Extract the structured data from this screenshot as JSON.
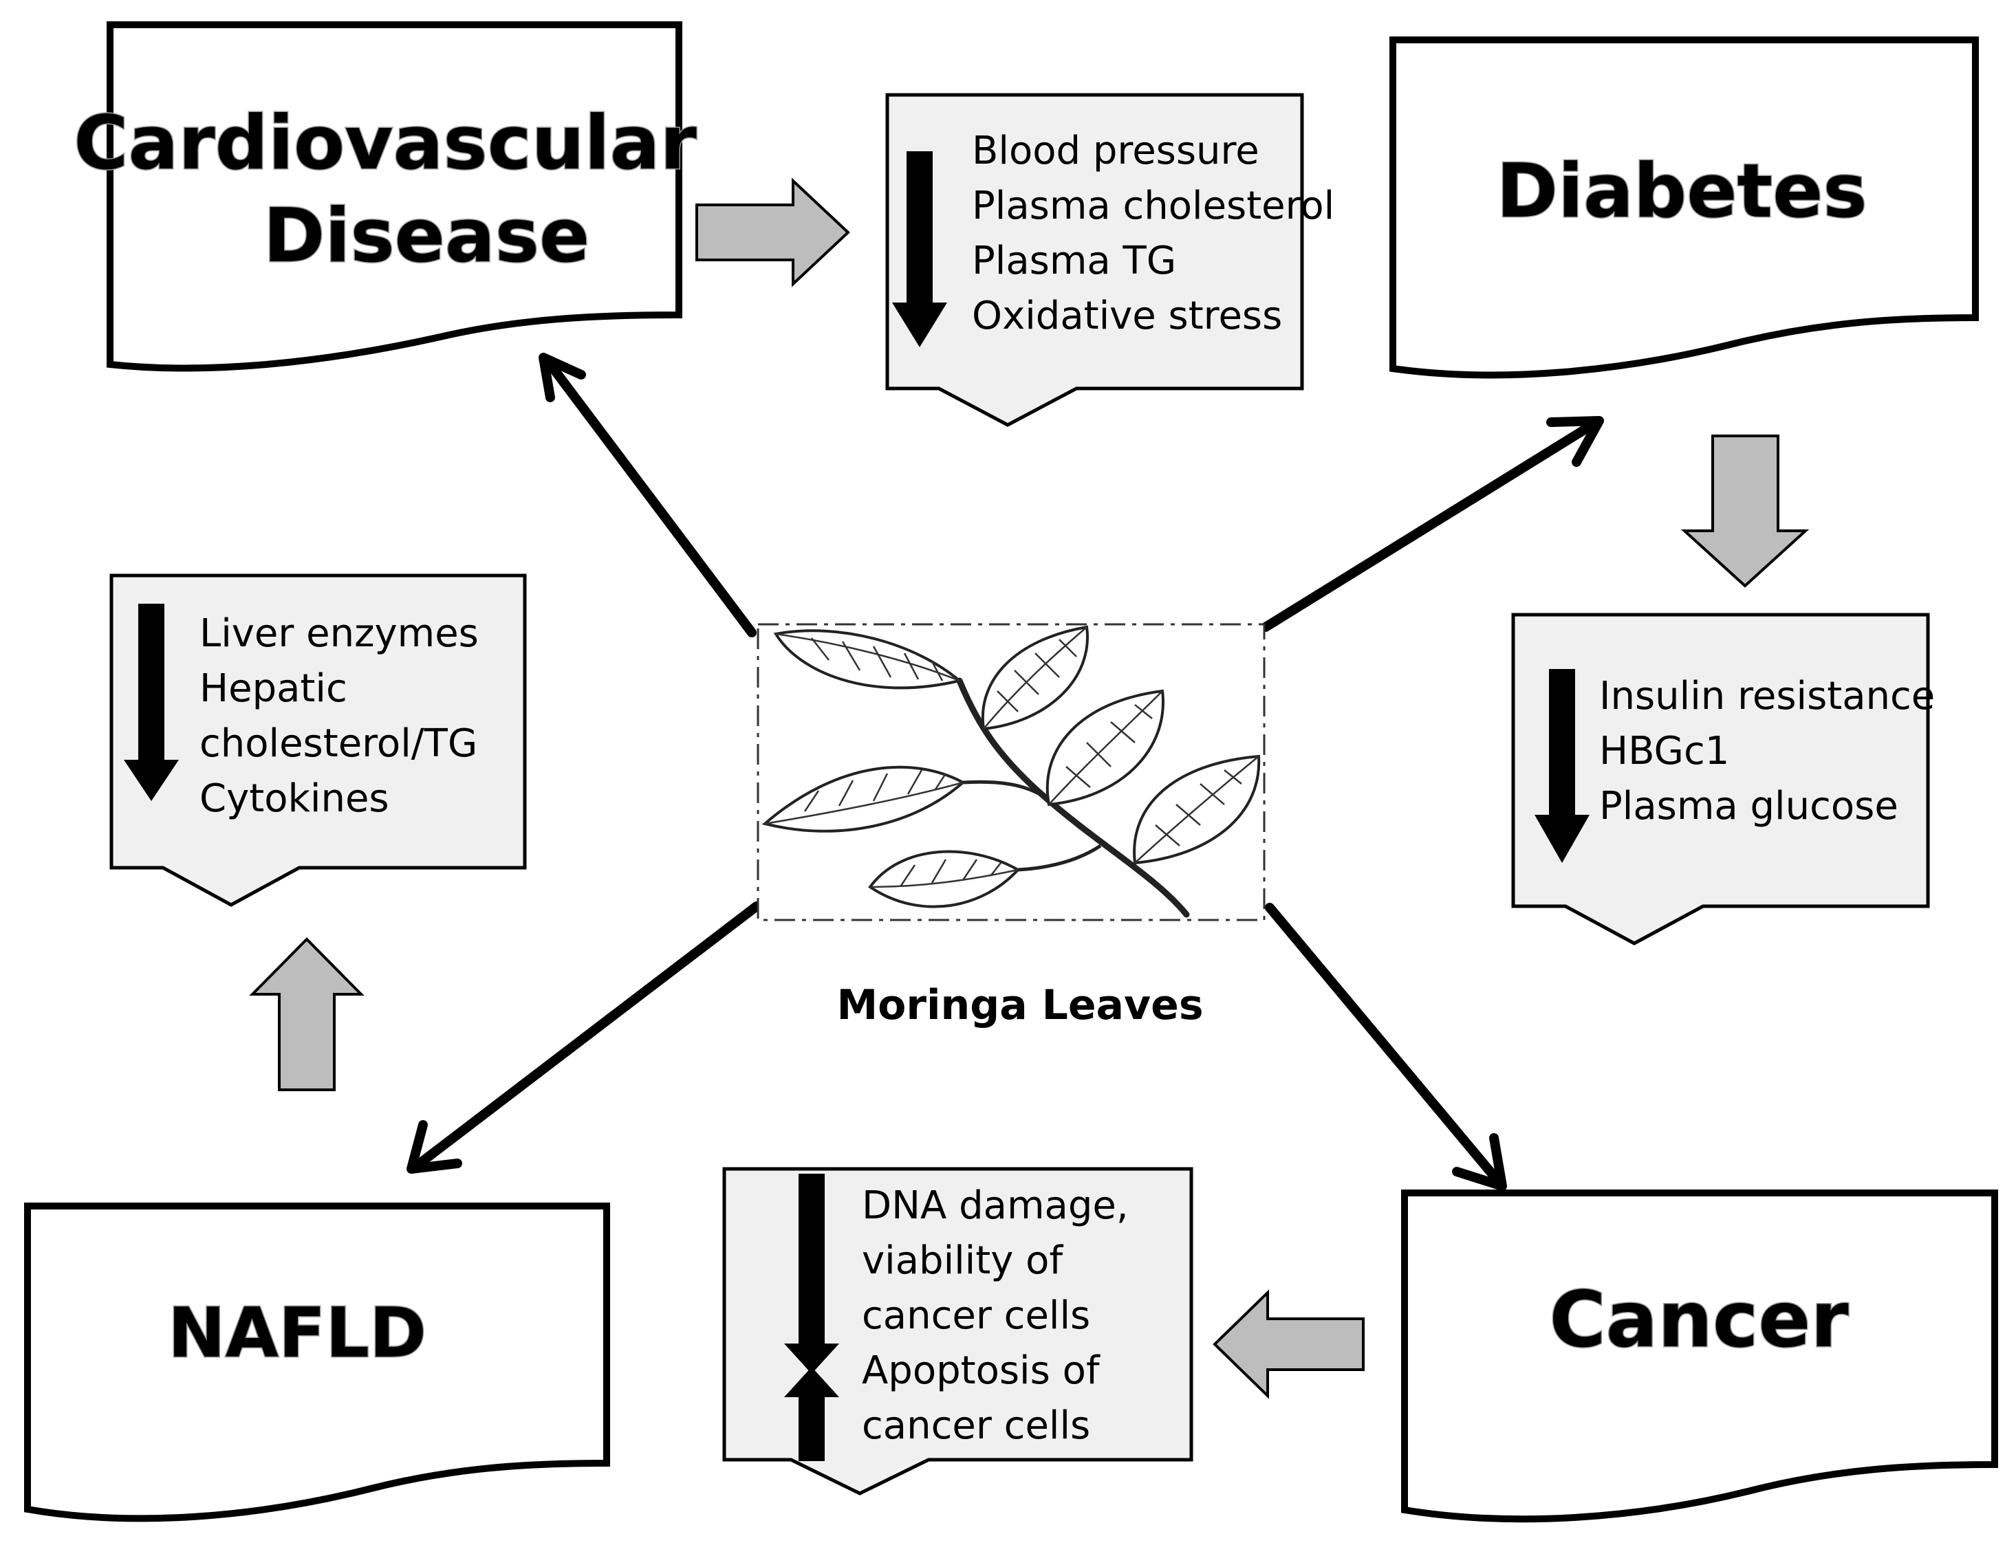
{
  "center": {
    "label": "Moringa Leaves",
    "image_name": "moringa-leaves-illustration"
  },
  "nodes": {
    "cardiovascular": {
      "title_line1": "Cardiovascular",
      "title_line2": "Disease"
    },
    "diabetes": {
      "title": "Diabetes"
    },
    "nafld": {
      "title": "NAFLD"
    },
    "cancer": {
      "title": "Cancer"
    }
  },
  "effects": {
    "cardiovascular": [
      "Blood pressure",
      "Plasma cholesterol",
      "Plasma TG",
      "Oxidative stress"
    ],
    "diabetes": [
      "Insulin resistance",
      "HBGc1",
      "Plasma glucose"
    ],
    "nafld": [
      "Liver enzymes",
      "Hepatic",
      "cholesterol/TG",
      "Cytokines"
    ],
    "cancer": [
      "DNA damage,",
      "viability of",
      "cancer cells",
      "Apoptosis of",
      "cancer cells"
    ]
  },
  "indicators": {
    "cardiovascular": "decrease",
    "diabetes": "decrease",
    "nafld": "decrease",
    "cancer_first": "decrease",
    "cancer_second": "increase"
  },
  "colors": {
    "callout_fill": "#f0f0f0",
    "gray_arrow": "#bdbdbd",
    "stroke": "#000000"
  }
}
